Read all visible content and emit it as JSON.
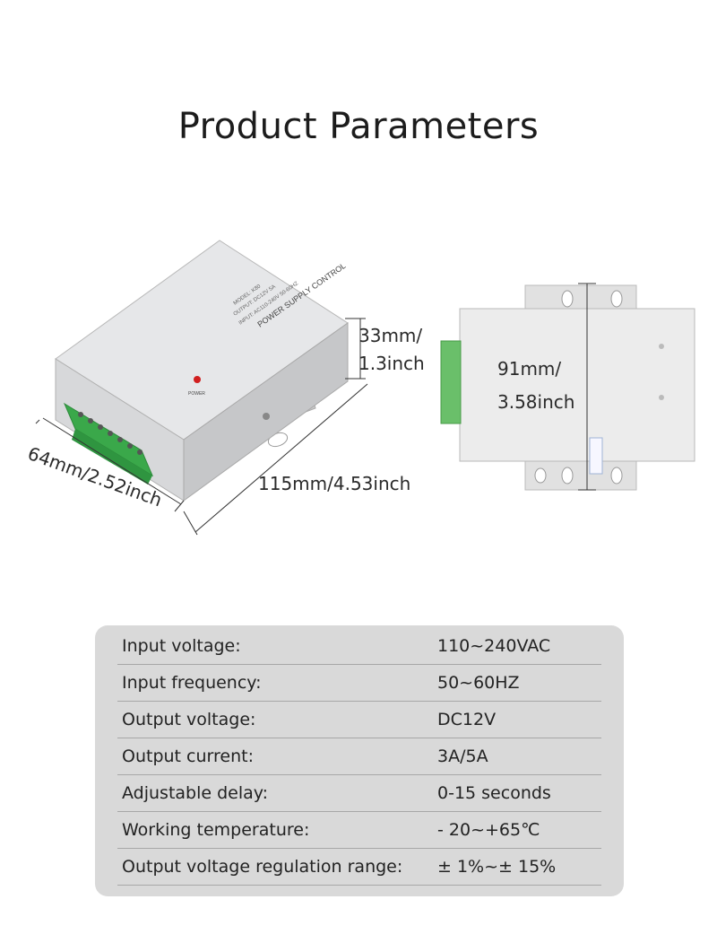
{
  "page": {
    "title": "Product Parameters"
  },
  "dimensions": {
    "height_mm": "33mm/",
    "height_in": "1.3inch",
    "length": "115mm/4.53inch",
    "width": "64mm/2.52inch",
    "back_length_mm": "91mm/",
    "back_length_in": "3.58inch"
  },
  "device": {
    "label_main": "POWER SUPPLY CONTROL",
    "label_input": "INPUT: AC110-240V 50-60HZ",
    "label_output": "OUTPUT: DC12V 5A",
    "label_model": "MODEL: K80",
    "label_power": "POWER"
  },
  "specs": [
    {
      "label": "Input voltage:",
      "value": "110~240VAC"
    },
    {
      "label": "Input frequency:",
      "value": "50~60HZ"
    },
    {
      "label": "Output voltage:",
      "value": "DC12V"
    },
    {
      "label": "Output current:",
      "value": "3A/5A"
    },
    {
      "label": "Adjustable delay:",
      "value": "0-15 seconds"
    },
    {
      "label": "Working temperature:",
      "value": "- 20~+65℃"
    },
    {
      "label": "Output voltage regulation range:",
      "value": "± 1%~± 15%"
    }
  ]
}
